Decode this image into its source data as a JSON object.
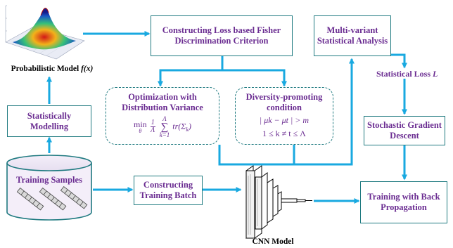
{
  "nodes": {
    "prob_model_caption": "Probabilistic Model",
    "prob_model_caption_math": "f(x)",
    "constructing_loss": "Constructing Loss based Fisher Discrimination Criterion",
    "multivariant": "Multi-variant Statistical Analysis",
    "statistical_loss_label": "Statistical Loss",
    "statistical_loss_var": "L",
    "statistically_modelling": "Statistically Modelling",
    "optimization_title": "Optimization with Distribution Variance",
    "optimization_min": "min",
    "optimization_sub": "θ",
    "optimization_frac_num": "1",
    "optimization_frac_den": "Λ",
    "optimization_sum_top": "Λ",
    "optimization_sum_bottom": "k=1",
    "optimization_term": "tr(Σ",
    "optimization_term_sub": "k",
    "optimization_term_close": ")",
    "diversity_title": "Diversity-promoting condition",
    "diversity_line1": "| μk − μt | > m",
    "diversity_line2": "1 ≤ k ≠ t ≤ Λ",
    "sgd": "Stochastic Gradient Descent",
    "training_samples": "Training Samples",
    "constructing_batch": "Constructing Training Batch",
    "cnn_model": "CNN Model",
    "training_back": "Training with Back Propagation"
  },
  "colors": {
    "box_border": "#1f7a80",
    "text": "#6a2c91",
    "arrow": "#19a9e0"
  }
}
